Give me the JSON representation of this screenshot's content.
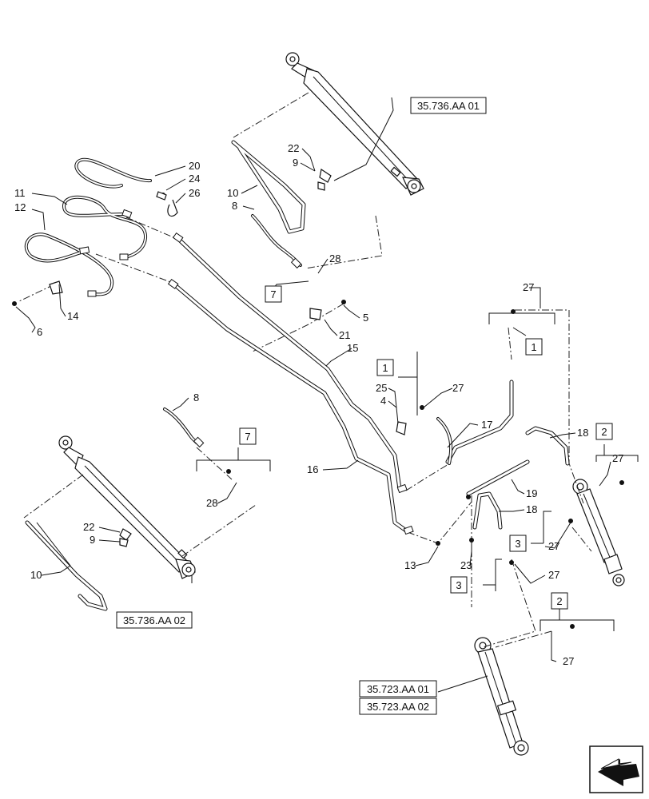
{
  "callouts": {
    "n4": "4",
    "n5": "5",
    "n6": "6",
    "n8a": "8",
    "n8b": "8",
    "n9a": "9",
    "n9b": "9",
    "n10a": "10",
    "n10b": "10",
    "n11": "11",
    "n12": "12",
    "n13": "13",
    "n14": "14",
    "n15": "15",
    "n16": "16",
    "n17": "17",
    "n18a": "18",
    "n18b": "18",
    "n19": "19",
    "n20": "20",
    "n21": "21",
    "n22a": "22",
    "n22b": "22",
    "n23": "23",
    "n24": "24",
    "n25": "25",
    "n26": "26",
    "n27a": "27",
    "n27b": "27",
    "n27c": "27",
    "n27d": "27",
    "n27e": "27",
    "n27f": "27",
    "n28a": "28",
    "n28b": "28"
  },
  "boxes": {
    "b1a": "1",
    "b1b": "1",
    "b2a": "2",
    "b2b": "2",
    "b3a": "3",
    "b3b": "3",
    "b7a": "7",
    "b7b": "7"
  },
  "refs": {
    "r1": "35.736.AA 01",
    "r2": "35.736.AA 02",
    "r3": "35.723.AA 01",
    "r4": "35.723.AA 02"
  },
  "icons": {
    "nav": "arrow-navigation-icon"
  }
}
